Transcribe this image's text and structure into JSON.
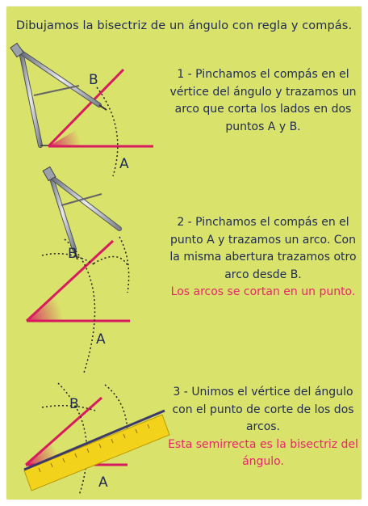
{
  "title": "Dibujamos la bisectriz de un ángulo con regla y compás.",
  "steps": [
    {
      "text": "1 - Pinchamos el compás en el vértice del ángulo y trazamos un arco que corta los lados en dos puntos A y B.",
      "highlight": ""
    },
    {
      "text": "2 - Pinchamos el compás en el punto A y trazamos un arco. Con la misma abertura trazamos otro arco desde B.",
      "highlight": "Los arcos se cortan en un punto."
    },
    {
      "text": "3 - Unimos el vértice del ángulo con el punto de corte de los dos arcos.",
      "highlight": "Esta semirrecta es la bisectriz del ángulo."
    }
  ],
  "labels": {
    "a": "A",
    "b": "B"
  },
  "colors": {
    "background": "#d9e26a",
    "text": "#1f2a55",
    "highlight": "#e8266f",
    "angle_lines": "#d81b60",
    "ruler": "#f3d21c"
  }
}
